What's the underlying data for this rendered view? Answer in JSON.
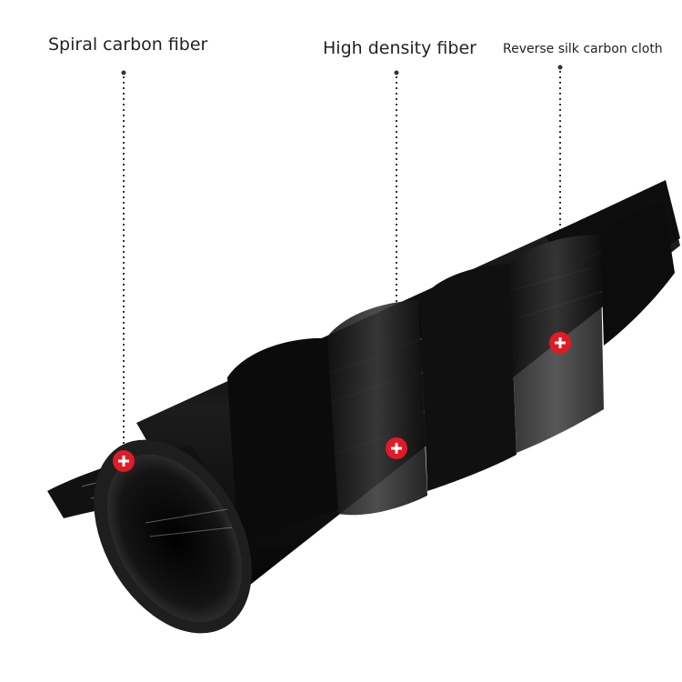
{
  "labels": [
    {
      "text": "Spiral carbon fiber"
    },
    {
      "text": "High density fiber"
    },
    {
      "text": "Reverse silk carbon cloth"
    }
  ],
  "markers": [
    {
      "icon": "plus-marker-icon",
      "glyph": "+"
    },
    {
      "icon": "plus-marker-icon",
      "glyph": "+"
    },
    {
      "icon": "plus-marker-icon",
      "glyph": "+"
    }
  ],
  "colors": {
    "background": "#ffffff",
    "rod": "#0d0d0d",
    "marker": "#e01b24",
    "leader": "#333333",
    "text": "#222222"
  }
}
